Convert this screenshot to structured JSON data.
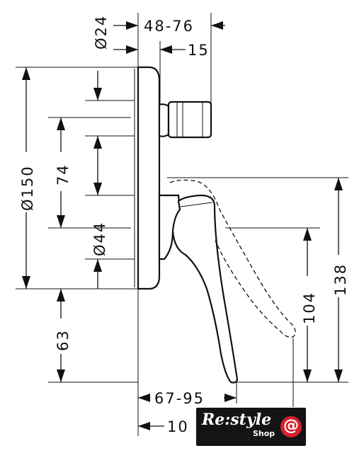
{
  "dimensions": {
    "d24": "Ø24",
    "r48_76": "48-76",
    "r15": "15",
    "d150": "Ø150",
    "r74": "74",
    "d44": "Ø44",
    "r63": "63",
    "r138": "138",
    "r104": "104",
    "r67_95": "67-95",
    "r10x": "10"
  },
  "logo": {
    "brand": "Re:style",
    "sub": "Shop",
    "mark": "@"
  },
  "colors": {
    "ink": "#111111",
    "logo_bg": "#141414",
    "logo_accent": "#d3202f"
  }
}
